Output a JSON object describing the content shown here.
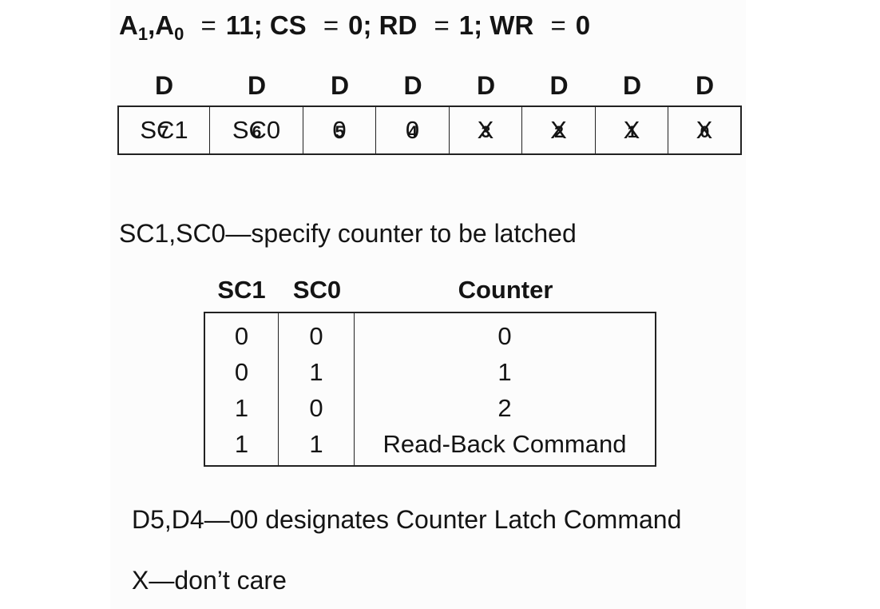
{
  "title": {
    "a1": "A",
    "a1_sub": "1",
    "comma": ",",
    "a0": "A",
    "a0_sub": "0",
    "eq1": "=",
    "rest1": "11; CS",
    "eq2": "=",
    "rest2": "0; RD",
    "eq3": "=",
    "rest3": "1; WR",
    "eq4": "=",
    "rest4": "0"
  },
  "bits": {
    "headers": [
      {
        "letter": "D",
        "sub": "7"
      },
      {
        "letter": "D",
        "sub": "6"
      },
      {
        "letter": "D",
        "sub": "5"
      },
      {
        "letter": "D",
        "sub": "4"
      },
      {
        "letter": "D",
        "sub": "3"
      },
      {
        "letter": "D",
        "sub": "2"
      },
      {
        "letter": "D",
        "sub": "1"
      },
      {
        "letter": "D",
        "sub": "0"
      }
    ],
    "values": [
      "SC1",
      "SC0",
      "0",
      "0",
      "X",
      "X",
      "X",
      "X"
    ]
  },
  "desc_sc": "SC1,SC0—specify counter to be latched",
  "counter_table": {
    "headers": [
      "SC1",
      "SC0",
      "Counter"
    ],
    "rows": [
      [
        "0",
        "0",
        "0"
      ],
      [
        "0",
        "1",
        "1"
      ],
      [
        "1",
        "0",
        "2"
      ],
      [
        "1",
        "1",
        "Read-Back Command"
      ]
    ]
  },
  "desc_d5d4": "D5,D4—00 designates Counter Latch Command",
  "desc_x": "X—don’t care"
}
